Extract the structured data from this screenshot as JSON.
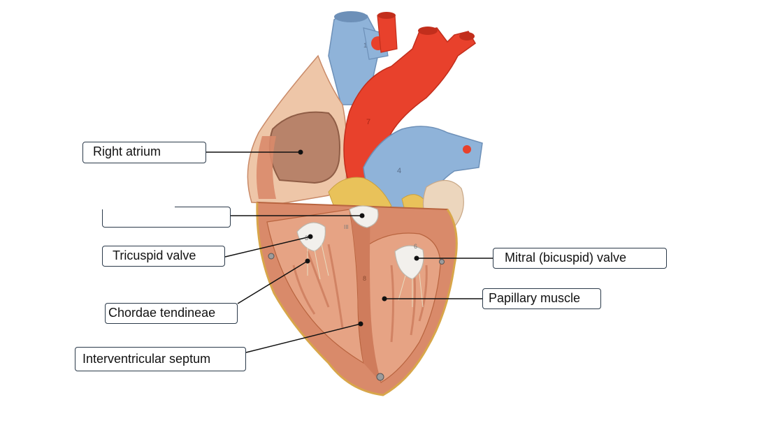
{
  "labels": {
    "right_atrium": "Right atrium",
    "blank": "",
    "tricuspid_valve": "Tricuspid valve",
    "chordae_tendineae": "Chordae tendineae",
    "interventricular_septum": "Interventricular septum",
    "mitral_valve": "Mitral (bicuspid) valve",
    "papillary_muscle": "Papillary muscle"
  },
  "model_markings": {
    "m1": "1",
    "m4": "4",
    "m3": "3",
    "m6": "6",
    "m7": "7",
    "mIII": "III",
    "m8": "8"
  },
  "colors": {
    "vein_blue": "#8fb3d9",
    "artery_red": "#e8412c",
    "myocardium": "#d98a6a",
    "chamber_tissue": "#e6a384",
    "valve_white": "#f2f0ec",
    "fat_yellow": "#e9c25a",
    "label_border": "#2b3a4a"
  }
}
